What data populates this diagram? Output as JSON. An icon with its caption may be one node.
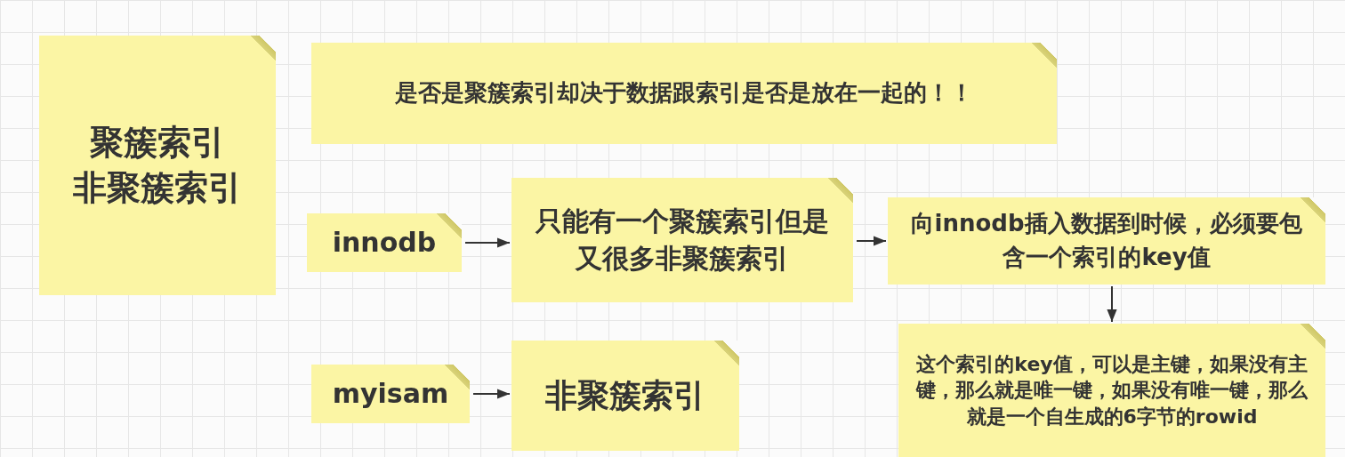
{
  "diagram": {
    "nodes": [
      {
        "text": [
          "聚簇索引",
          "非聚簇索引"
        ]
      },
      {
        "text": [
          "是否是聚簇索引却决于数据跟索引是否是放在一起的！！"
        ]
      },
      {
        "text": [
          "innodb"
        ]
      },
      {
        "text": [
          "只能有一个聚簇索引但是又很多非聚簇索引"
        ]
      },
      {
        "text": [
          "向innodb插入数据到时候，必须要包含一个索引的key值"
        ]
      },
      {
        "text": [
          "myisam"
        ]
      },
      {
        "text": [
          "非聚簇索引"
        ]
      },
      {
        "text": [
          "这个索引的key值，可以是主键，如果没有主键，那么就是唯一键，如果没有唯一键，那么就是一个自生成的6字节的rowid"
        ]
      }
    ],
    "edges": [
      {
        "from": 2,
        "to": 3,
        "arrow": "to"
      },
      {
        "from": 3,
        "to": 4,
        "arrow": "to"
      },
      {
        "from": 4,
        "to": 7,
        "arrow": "to"
      },
      {
        "from": 5,
        "to": 6,
        "arrow": "to"
      }
    ]
  }
}
